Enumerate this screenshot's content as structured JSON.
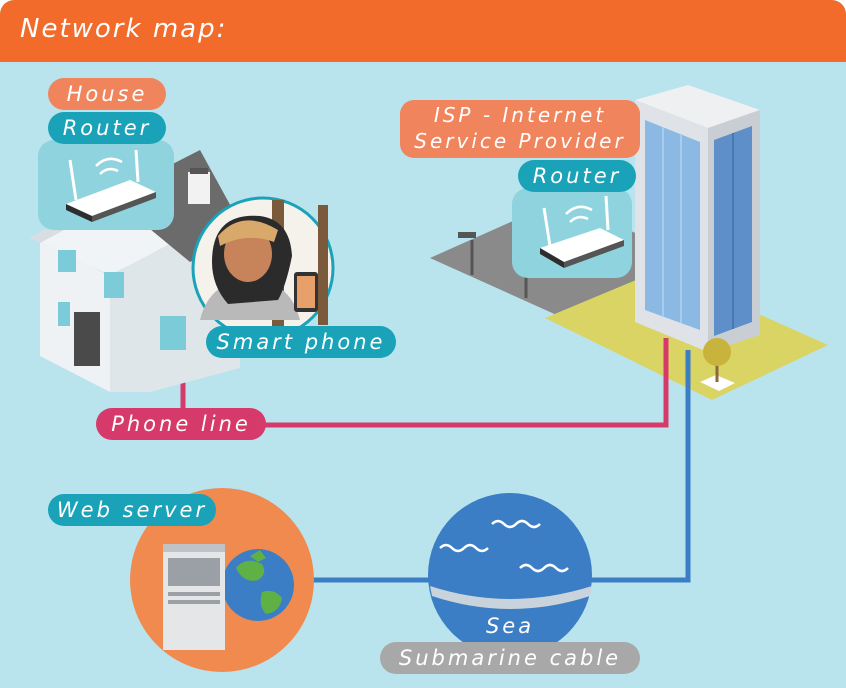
{
  "title": "Network map:",
  "labels": {
    "house": "House",
    "house_router": "Router",
    "smart_phone": "Smart phone",
    "isp_line1": "ISP - Internet",
    "isp_line2": "Service Provider",
    "isp_router": "Router",
    "phone_line": "Phone line",
    "web_server": "Web server",
    "sea": "Sea",
    "submarine_cable": "Submarine cable"
  },
  "colors": {
    "header": "#f26b2a",
    "background": "#b9e4ee",
    "phone_line": "#d63a6b",
    "cable": "#3b7ec6",
    "label_teal": "#1aa3b8",
    "label_orange": "#f0845c",
    "label_grey": "#a8a8a8"
  }
}
